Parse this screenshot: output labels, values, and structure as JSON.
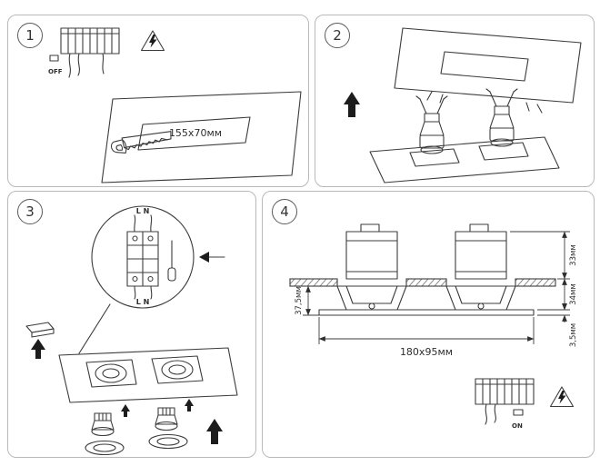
{
  "colors": {
    "line": "#3c3c3c",
    "panel_border": "#b9b9b9",
    "background": "#ffffff"
  },
  "panels": {
    "step1": {
      "number": "1",
      "power_label": "OFF",
      "cutout_label": "155x70мм"
    },
    "step2": {
      "number": "2"
    },
    "step3": {
      "number": "3",
      "terminal_label_top": "L N",
      "terminal_label_bottom": "L N"
    },
    "step4": {
      "number": "4",
      "dim_depth_below_ceiling": "37,5мм",
      "dim_height_above_ceiling": "33мм",
      "dim_recess_height": "34мм",
      "dim_frame_thickness": "3,5мм",
      "dim_cutout": "180x95мм",
      "power_label": "ON"
    }
  }
}
